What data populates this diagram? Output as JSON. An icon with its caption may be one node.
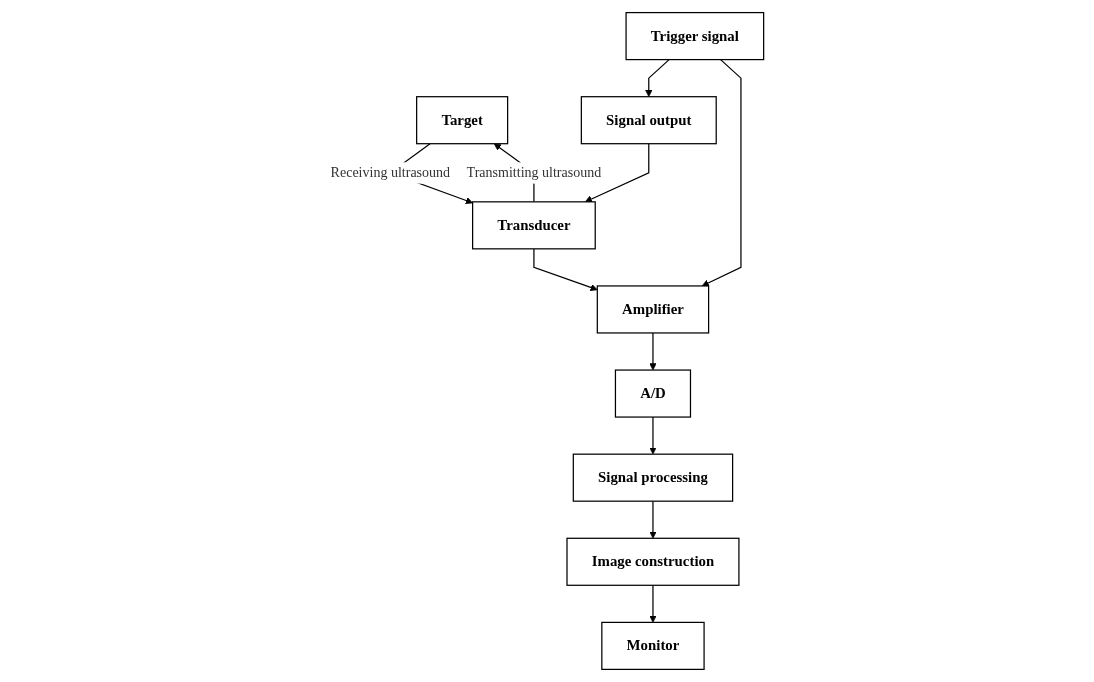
{
  "diagram": {
    "nodes": [
      {
        "text": [
          "Target"
        ]
      },
      {
        "text": [
          "Transducer"
        ]
      },
      {
        "text": [
          "Signal output"
        ]
      },
      {
        "text": [
          "Trigger signal"
        ]
      },
      {
        "text": [
          "Amplifier"
        ]
      },
      {
        "text": [
          "A/D"
        ]
      },
      {
        "text": [
          "Signal processing"
        ]
      },
      {
        "text": [
          "Image construction"
        ]
      },
      {
        "text": [
          "Monitor"
        ]
      }
    ],
    "edges": [
      {
        "from": 0,
        "to": 1,
        "arrow": "to",
        "label": "Receiving ultrasound"
      },
      {
        "from": 1,
        "to": 0,
        "arrow": "to",
        "label": "Transmitting ultrasound"
      },
      {
        "from": 1,
        "to": 4,
        "arrow": "to"
      },
      {
        "from": 2,
        "to": 1,
        "arrow": "to"
      },
      {
        "from": 3,
        "to": 2,
        "arrow": "to"
      },
      {
        "from": 3,
        "to": 4,
        "arrow": "to"
      },
      {
        "from": 4,
        "to": 5,
        "arrow": "to"
      },
      {
        "from": 5,
        "to": 6,
        "arrow": "to"
      },
      {
        "from": 6,
        "to": 7,
        "arrow": "to"
      },
      {
        "from": 7,
        "to": 8,
        "arrow": "to"
      }
    ]
  }
}
